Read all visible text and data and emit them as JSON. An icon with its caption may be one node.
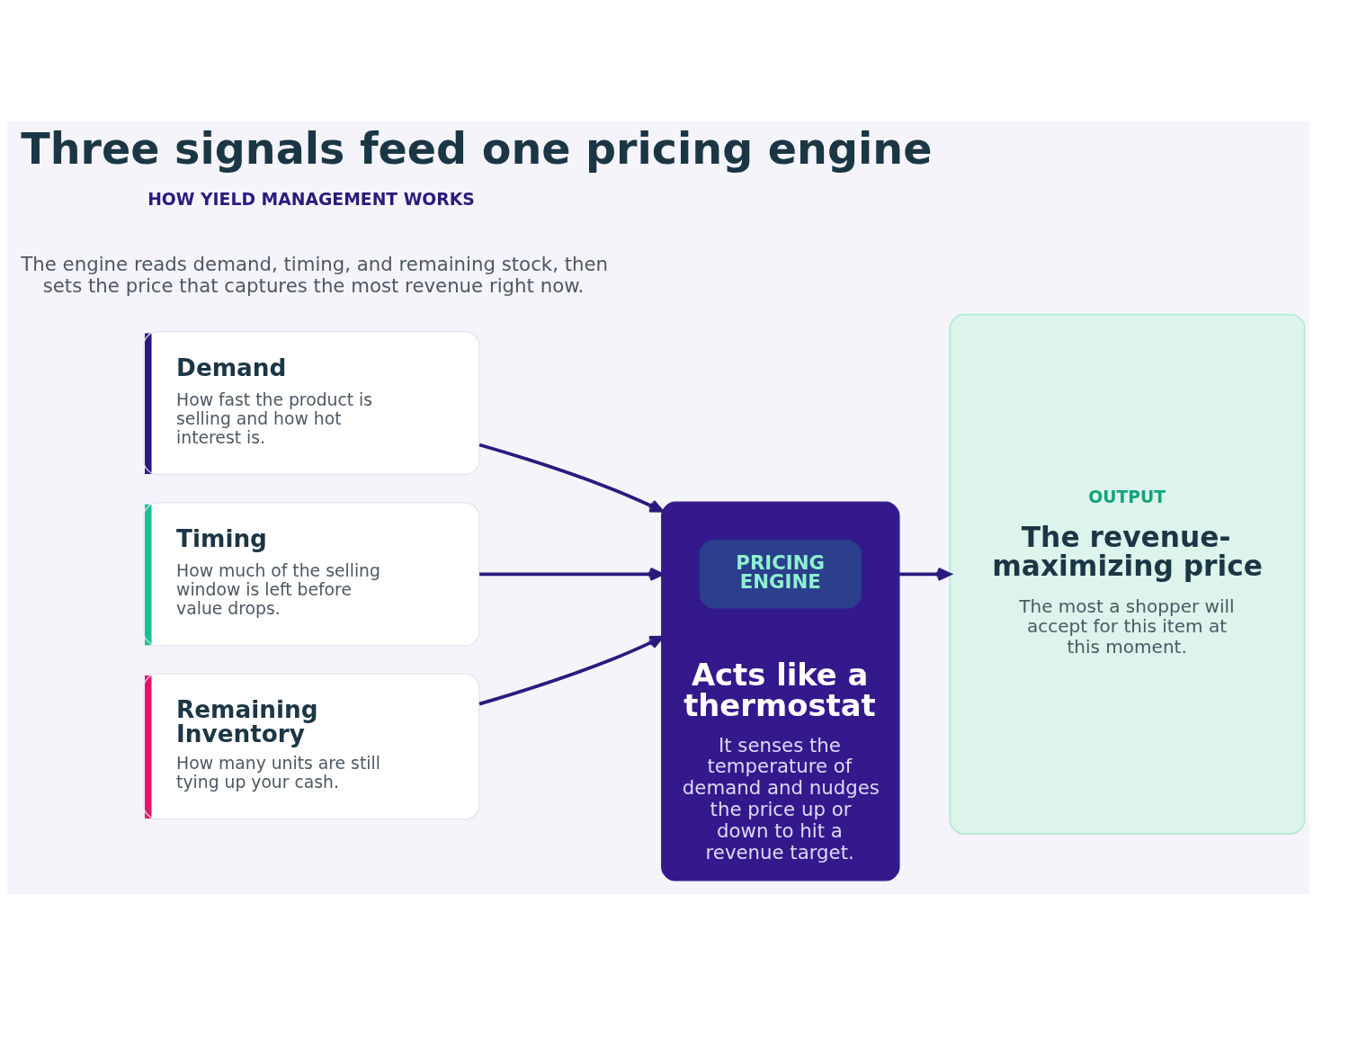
{
  "diagram": {
    "title": "Three signals feed one pricing engine",
    "nodes": [
      {
        "text": [
          "Demand",
          "How fast the product is selling and how hot interest is."
        ]
      },
      {
        "text": [
          "Timing",
          "How much of the selling window is left before value drops."
        ]
      },
      {
        "text": [
          "Remaining Inventory",
          "How many units are still tying up your cash."
        ]
      },
      {
        "text": [
          "Acts like a thermostat",
          "It senses the temperature of demand and nudges the price up or down to hit a revenue target."
        ]
      },
      {
        "text": [
          "PRICING ENGINE"
        ],
        "in": 3
      },
      {
        "text": [
          "OUTPUT",
          "The revenue-maximizing price",
          "The most a shopper will accept for this item at this moment."
        ]
      }
    ],
    "edges": [
      {
        "from": 0,
        "to": 3,
        "arrow": "to"
      },
      {
        "from": 1,
        "to": 3,
        "arrow": "to"
      },
      {
        "from": 2,
        "to": 3,
        "arrow": "to"
      },
      {
        "from": 3,
        "to": 5,
        "arrow": "to"
      }
    ],
    "labels": [
      "HOW YIELD MANAGEMENT WORKS",
      "The engine reads demand, timing, and remaining stock, then sets the price that captures the most revenue right now."
    ]
  }
}
